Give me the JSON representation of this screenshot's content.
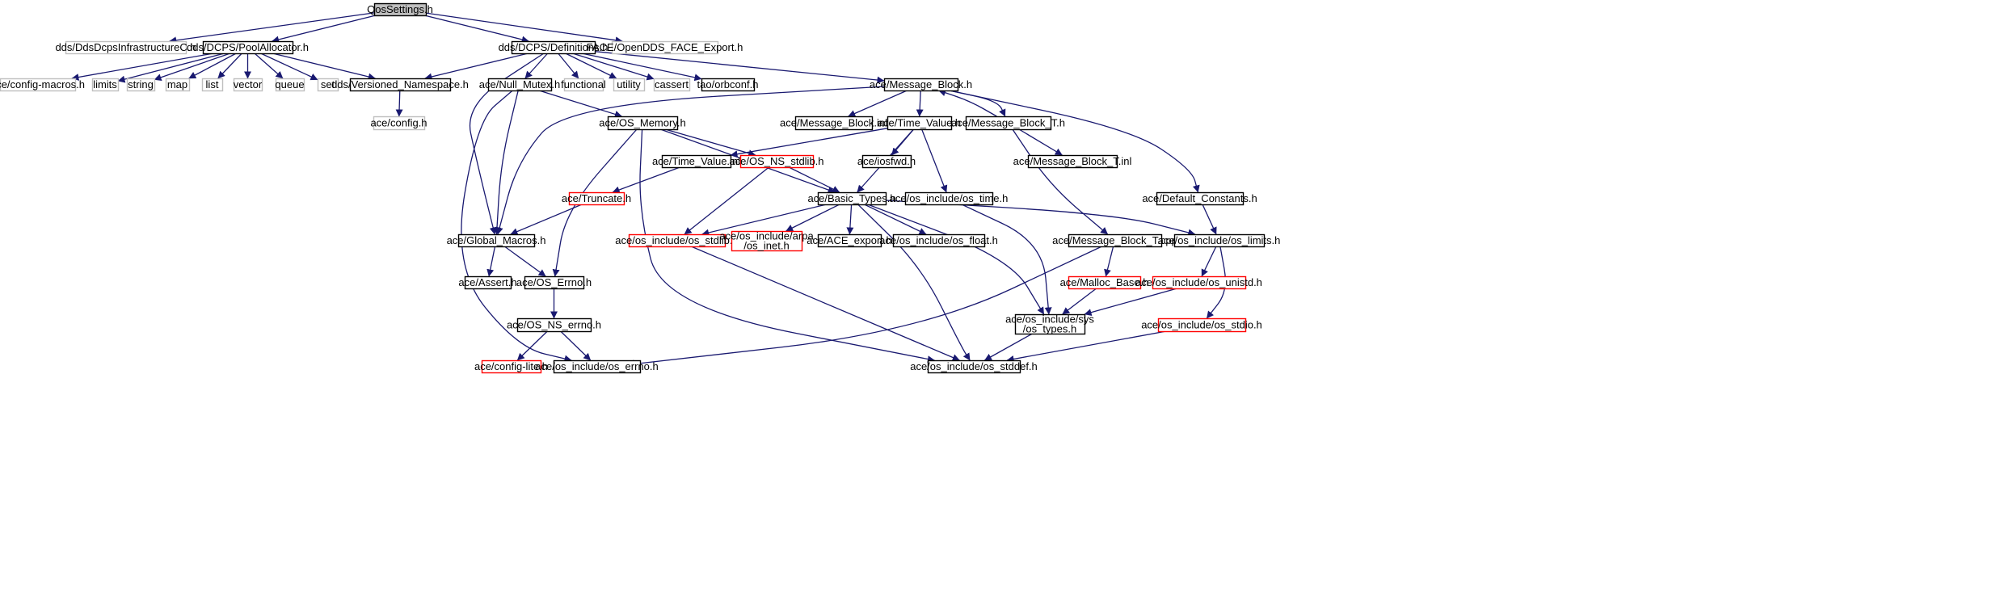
{
  "colors": {
    "edge": "#191970",
    "border_normal": "#000000",
    "border_external": "#bfbfbf",
    "border_truncated": "#ff0000",
    "fill_root": "#bfbfbf",
    "fill_normal": "#ffffff",
    "text": "#000000"
  },
  "nodes": [
    {
      "id": "qos",
      "lines": [
        "QosSettings.h"
      ],
      "kind": "root"
    },
    {
      "id": "infra",
      "lines": [
        "dds/DdsDcpsInfrastructureC.h"
      ],
      "kind": "external"
    },
    {
      "id": "pool",
      "lines": [
        "dds/DCPS/PoolAllocator.h"
      ],
      "kind": "normal"
    },
    {
      "id": "defs",
      "lines": [
        "dds/DCPS/Definitions.h"
      ],
      "kind": "normal"
    },
    {
      "id": "face",
      "lines": [
        "FACE/OpenDDS_FACE_Export.h"
      ],
      "kind": "external"
    },
    {
      "id": "cfgmacros",
      "lines": [
        "ace/config-macros.h"
      ],
      "kind": "external"
    },
    {
      "id": "limits",
      "lines": [
        "limits"
      ],
      "kind": "external"
    },
    {
      "id": "string",
      "lines": [
        "string"
      ],
      "kind": "external"
    },
    {
      "id": "map",
      "lines": [
        "map"
      ],
      "kind": "external"
    },
    {
      "id": "list",
      "lines": [
        "list"
      ],
      "kind": "external"
    },
    {
      "id": "vector",
      "lines": [
        "vector"
      ],
      "kind": "external"
    },
    {
      "id": "queue",
      "lines": [
        "queue"
      ],
      "kind": "external"
    },
    {
      "id": "set",
      "lines": [
        "set"
      ],
      "kind": "external"
    },
    {
      "id": "versioned",
      "lines": [
        "dds/Versioned_Namespace.h"
      ],
      "kind": "normal"
    },
    {
      "id": "nullmutex",
      "lines": [
        "ace/Null_Mutex.h"
      ],
      "kind": "normal"
    },
    {
      "id": "functional",
      "lines": [
        "functional"
      ],
      "kind": "external"
    },
    {
      "id": "utility",
      "lines": [
        "utility"
      ],
      "kind": "external"
    },
    {
      "id": "cassert",
      "lines": [
        "cassert"
      ],
      "kind": "external"
    },
    {
      "id": "orbconf",
      "lines": [
        "tao/orbconf.h"
      ],
      "kind": "normal"
    },
    {
      "id": "msgblock",
      "lines": [
        "ace/Message_Block.h"
      ],
      "kind": "normal"
    },
    {
      "id": "config",
      "lines": [
        "ace/config.h"
      ],
      "kind": "external"
    },
    {
      "id": "osmemory",
      "lines": [
        "ace/OS_Memory.h"
      ],
      "kind": "normal"
    },
    {
      "id": "msgblockinl",
      "lines": [
        "ace/Message_Block.inl"
      ],
      "kind": "normal"
    },
    {
      "id": "timevalue",
      "lines": [
        "ace/Time_Value.h"
      ],
      "kind": "normal"
    },
    {
      "id": "msgblockt",
      "lines": [
        "ace/Message_Block_T.h"
      ],
      "kind": "normal"
    },
    {
      "id": "timevalueinl",
      "lines": [
        "ace/Time_Value.inl"
      ],
      "kind": "normal"
    },
    {
      "id": "osnsstdlib",
      "lines": [
        "ace/OS_NS_stdlib.h"
      ],
      "kind": "truncated"
    },
    {
      "id": "iosfwd",
      "lines": [
        "ace/iosfwd.h"
      ],
      "kind": "normal"
    },
    {
      "id": "msgblocktinl",
      "lines": [
        "ace/Message_Block_T.inl"
      ],
      "kind": "normal"
    },
    {
      "id": "truncate",
      "lines": [
        "ace/Truncate.h"
      ],
      "kind": "truncated"
    },
    {
      "id": "basictypes",
      "lines": [
        "ace/Basic_Types.h"
      ],
      "kind": "normal"
    },
    {
      "id": "ostime",
      "lines": [
        "ace/os_include/os_time.h"
      ],
      "kind": "normal"
    },
    {
      "id": "defconst",
      "lines": [
        "ace/Default_Constants.h"
      ],
      "kind": "normal"
    },
    {
      "id": "globalmacros",
      "lines": [
        "ace/Global_Macros.h"
      ],
      "kind": "normal"
    },
    {
      "id": "osstdlib",
      "lines": [
        "ace/os_include/os_stdlib.h"
      ],
      "kind": "truncated"
    },
    {
      "id": "arpainet",
      "lines": [
        "ace/os_include/arpa",
        "/os_inet.h"
      ],
      "kind": "truncated"
    },
    {
      "id": "aceexport",
      "lines": [
        "ace/ACE_export.h"
      ],
      "kind": "normal"
    },
    {
      "id": "osfloat",
      "lines": [
        "ace/os_include/os_float.h"
      ],
      "kind": "normal"
    },
    {
      "id": "msgblocktcpp",
      "lines": [
        "ace/Message_Block_T.cpp"
      ],
      "kind": "normal"
    },
    {
      "id": "oslimits",
      "lines": [
        "ace/os_include/os_limits.h"
      ],
      "kind": "normal"
    },
    {
      "id": "assert",
      "lines": [
        "ace/Assert.h"
      ],
      "kind": "normal"
    },
    {
      "id": "oserrno",
      "lines": [
        "ace/OS_Errno.h"
      ],
      "kind": "normal"
    },
    {
      "id": "mallocbase",
      "lines": [
        "ace/Malloc_Base.h"
      ],
      "kind": "truncated"
    },
    {
      "id": "osunistd",
      "lines": [
        "ace/os_include/os_unistd.h"
      ],
      "kind": "truncated"
    },
    {
      "id": "ostypes",
      "lines": [
        "ace/os_include/sys",
        "/os_types.h"
      ],
      "kind": "normal"
    },
    {
      "id": "osstdio",
      "lines": [
        "ace/os_include/os_stdio.h"
      ],
      "kind": "truncated"
    },
    {
      "id": "osnserrno",
      "lines": [
        "ace/OS_NS_errno.h"
      ],
      "kind": "normal"
    },
    {
      "id": "configlite",
      "lines": [
        "ace/config-lite.h"
      ],
      "kind": "truncated"
    },
    {
      "id": "oserrnoh",
      "lines": [
        "ace/os_include/os_errno.h"
      ],
      "kind": "normal"
    },
    {
      "id": "osstddef",
      "lines": [
        "ace/os_include/os_stddef.h"
      ],
      "kind": "normal"
    }
  ],
  "edges": [
    [
      "qos",
      "infra"
    ],
    [
      "qos",
      "pool"
    ],
    [
      "qos",
      "defs"
    ],
    [
      "qos",
      "face"
    ],
    [
      "pool",
      "cfgmacros"
    ],
    [
      "pool",
      "limits"
    ],
    [
      "pool",
      "string"
    ],
    [
      "pool",
      "map"
    ],
    [
      "pool",
      "list"
    ],
    [
      "pool",
      "vector"
    ],
    [
      "pool",
      "queue"
    ],
    [
      "pool",
      "set"
    ],
    [
      "pool",
      "versioned"
    ],
    [
      "defs",
      "versioned"
    ],
    [
      "defs",
      "nullmutex"
    ],
    [
      "defs",
      "functional"
    ],
    [
      "defs",
      "utility"
    ],
    [
      "defs",
      "cassert"
    ],
    [
      "defs",
      "orbconf"
    ],
    [
      "defs",
      "msgblock"
    ],
    [
      "defs",
      "globalmacros"
    ],
    [
      "versioned",
      "config"
    ],
    [
      "nullmutex",
      "osmemory"
    ],
    [
      "nullmutex",
      "globalmacros"
    ],
    [
      "nullmutex",
      "oserrnoh"
    ],
    [
      "msgblock",
      "msgblockinl"
    ],
    [
      "msgblock",
      "timevalue"
    ],
    [
      "msgblock",
      "msgblockt"
    ],
    [
      "msgblock",
      "defconst"
    ],
    [
      "msgblock",
      "globalmacros"
    ],
    [
      "msgblockt",
      "msgblock"
    ],
    [
      "msgblockt",
      "msgblocktinl"
    ],
    [
      "msgblockt",
      "msgblocktcpp"
    ],
    [
      "osmemory",
      "osnsstdlib"
    ],
    [
      "osmemory",
      "basictypes"
    ],
    [
      "osmemory",
      "oserrno"
    ],
    [
      "osmemory",
      "osstddef"
    ],
    [
      "timevalue",
      "timevalueinl"
    ],
    [
      "timevalue",
      "iosfwd"
    ],
    [
      "timevalue",
      "basictypes"
    ],
    [
      "timevalue",
      "ostime"
    ],
    [
      "timevalueinl",
      "truncate"
    ],
    [
      "truncate",
      "globalmacros"
    ],
    [
      "osnsstdlib",
      "basictypes"
    ],
    [
      "osnsstdlib",
      "osstdlib"
    ],
    [
      "basictypes",
      "osstdlib"
    ],
    [
      "basictypes",
      "arpainet"
    ],
    [
      "basictypes",
      "aceexport"
    ],
    [
      "basictypes",
      "osfloat"
    ],
    [
      "basictypes",
      "oslimits"
    ],
    [
      "basictypes",
      "ostypes"
    ],
    [
      "basictypes",
      "osstddef"
    ],
    [
      "ostime",
      "ostypes"
    ],
    [
      "defconst",
      "oslimits"
    ],
    [
      "globalmacros",
      "assert"
    ],
    [
      "globalmacros",
      "oserrno"
    ],
    [
      "osstdlib",
      "osstddef"
    ],
    [
      "msgblocktcpp",
      "mallocbase"
    ],
    [
      "msgblocktcpp",
      "oserrnoh"
    ],
    [
      "oslimits",
      "osunistd"
    ],
    [
      "oslimits",
      "osstdio"
    ],
    [
      "oserrno",
      "osnserrno"
    ],
    [
      "mallocbase",
      "ostypes"
    ],
    [
      "osunistd",
      "ostypes"
    ],
    [
      "ostypes",
      "osstddef"
    ],
    [
      "osstdio",
      "osstddef"
    ],
    [
      "osnserrno",
      "configlite"
    ],
    [
      "osnserrno",
      "oserrnoh"
    ]
  ]
}
